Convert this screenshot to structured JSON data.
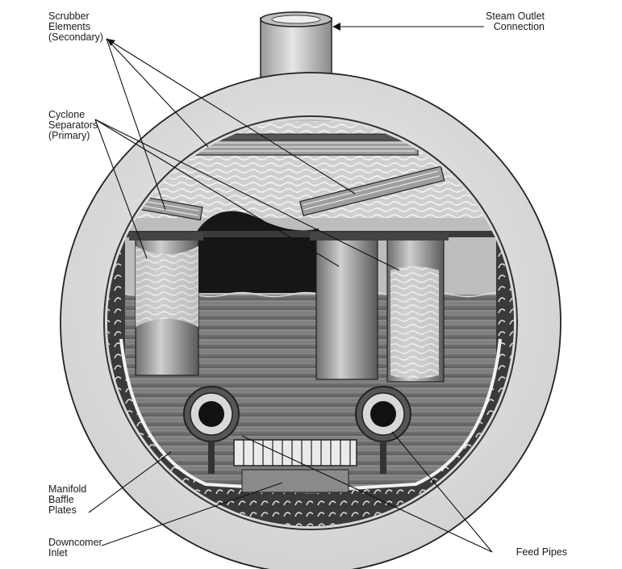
{
  "labels": {
    "scrubber": [
      "Scrubber",
      "Elements",
      "(Secondary)"
    ],
    "cyclone": [
      "Cyclone",
      "Separators",
      "(Primary)"
    ],
    "steam_outlet": [
      "Steam Outlet",
      "Connection"
    ],
    "manifold": [
      "Manifold",
      "Baffle",
      "Plates"
    ],
    "downcomer": [
      "Downcomer",
      "Inlet"
    ],
    "feed_pipes": [
      "Feed Pipes"
    ]
  },
  "colors": {
    "shell": "#e4e4e4",
    "interior": "#c9c9c9",
    "water": "#7a7a7a",
    "steam_space": "#1c1c1c",
    "outline": "#222222"
  }
}
